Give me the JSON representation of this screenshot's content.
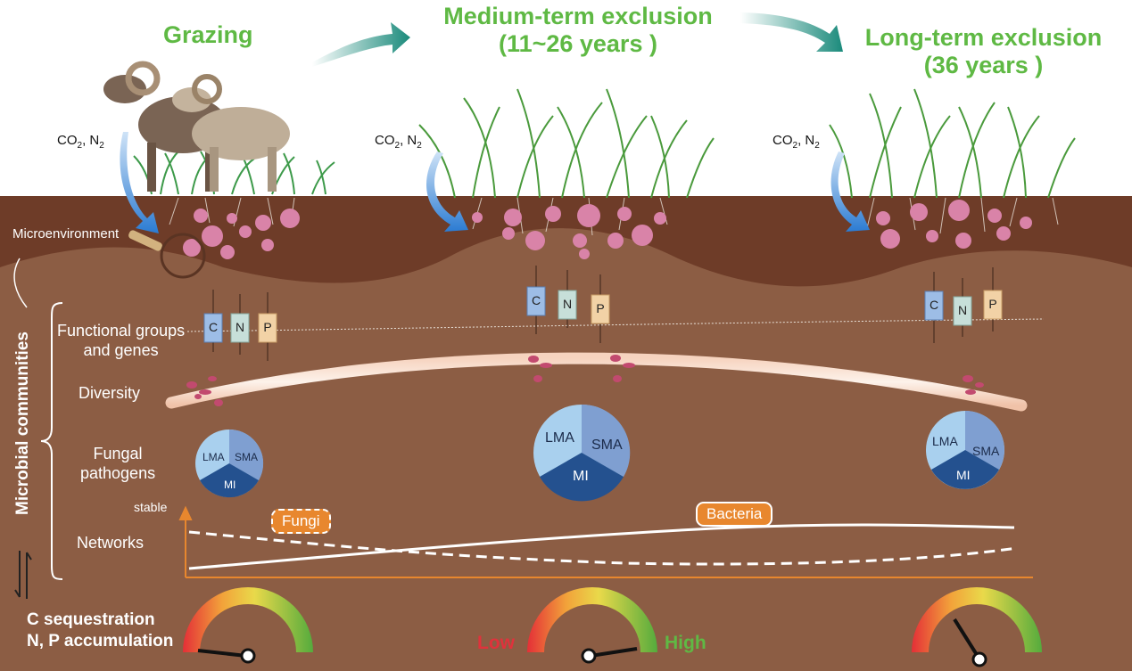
{
  "stages": {
    "grazing": "Grazing",
    "medium_line1": "Medium-term exclusion",
    "medium_line2": "(11~26 years )",
    "long_line1": "Long-term exclusion",
    "long_line2": "(36 years )"
  },
  "gas": {
    "prefix": "CO",
    "sub1": "2",
    "mid": ", N",
    "sub2": "2"
  },
  "labels": {
    "microenvironment": "Microenvironment",
    "functional_groups_line1": "Functional groups",
    "functional_groups_line2": "and genes",
    "diversity": "Diversity",
    "fungal_line1": "Fungal",
    "fungal_line2": "pathogens",
    "networks": "Networks",
    "stable": "stable",
    "microbial_communities": "Microbial communities",
    "c_sequestration": "C sequestration",
    "np_accumulation": "N, P accumulation"
  },
  "nutrient_boxes": [
    "C",
    "N",
    "P"
  ],
  "pie_labels": {
    "lma": "LMA",
    "sma": "SMA",
    "mi": "MI"
  },
  "networks": {
    "fungi": "Fungi",
    "bacteria": "Bacteria"
  },
  "gauge": {
    "low": "Low",
    "high": "High"
  },
  "colors": {
    "stage_title": "#5fb944",
    "soil_dark": "#6e3c28",
    "soil_main": "#8c5d44",
    "network_axis": "#e8872e",
    "box_c": "#9dbde6",
    "box_n": "#c7dfd9",
    "box_p": "#f2d2a6",
    "pie_lma": "#a9d0ee",
    "pie_sma": "#7f9fd1",
    "pie_mi": "#24518f"
  }
}
